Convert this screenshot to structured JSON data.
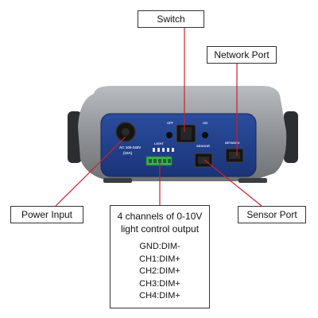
{
  "callouts": {
    "switch": "Switch",
    "network_port": "Network Port",
    "power_input": "Power Input",
    "sensor_port": "Sensor Port",
    "light_output": {
      "title_line1": "4 channels of 0-10V",
      "title_line2": "light control output",
      "channels": [
        "GND:DIM-",
        "CH1:DIM+",
        "CH2:DIM+",
        "CH3:DIM+",
        "CH4:DIM+"
      ]
    }
  },
  "panel": {
    "power_rating": "AC 100-240V",
    "power_rating_sub": "(10A)",
    "light_label": "LIGHT",
    "off_label": "OFF",
    "on_label": "ON",
    "sensor_label": "SENSOR",
    "network_label": "NETWORK"
  },
  "colors": {
    "panel": "#1f3f8a",
    "leader_line": "#c9212b",
    "housing": "#8f9296",
    "terminal": "#3fae55"
  }
}
